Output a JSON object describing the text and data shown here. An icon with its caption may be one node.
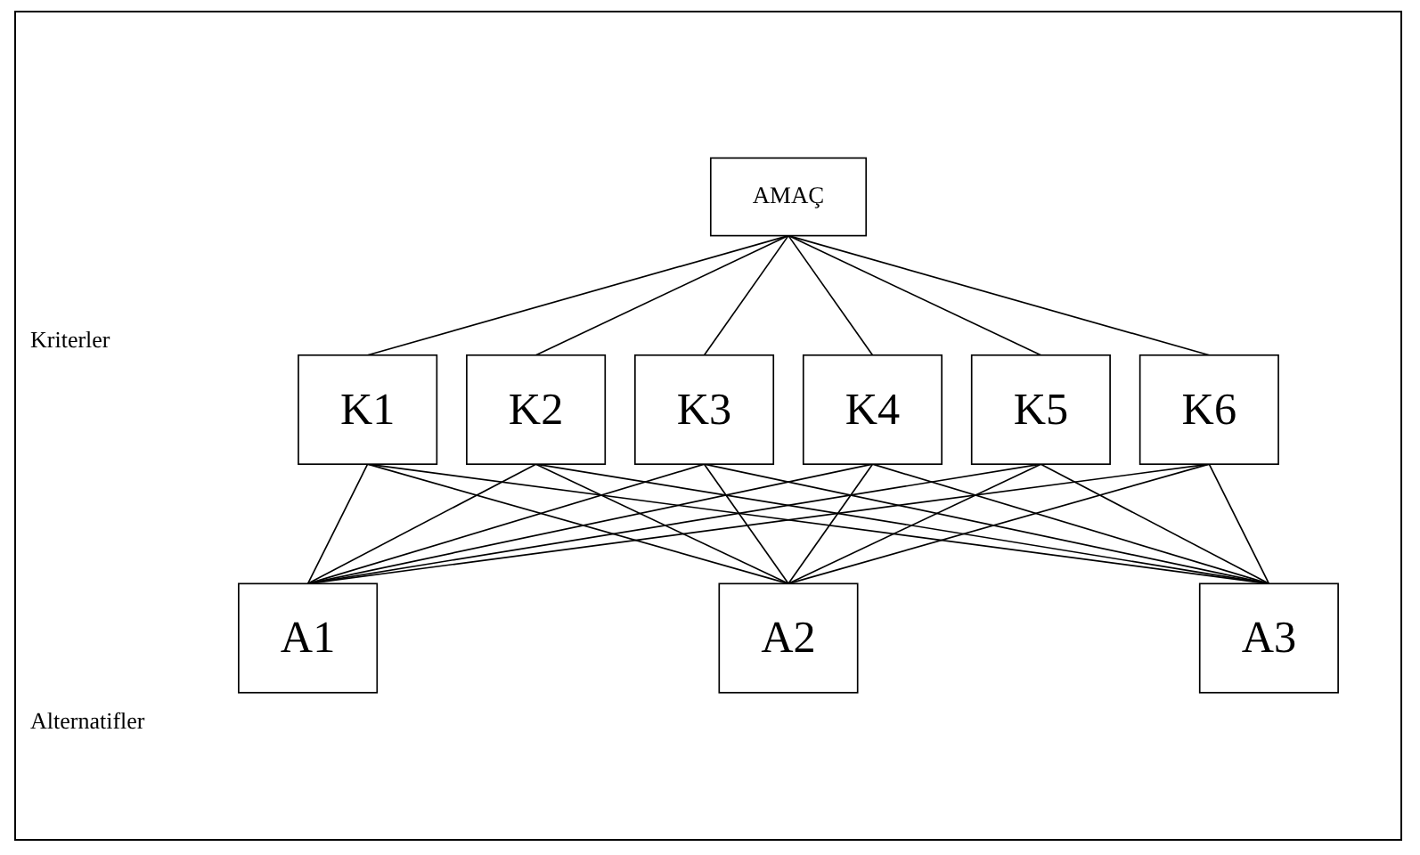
{
  "diagram": {
    "nodes": [
      {
        "text": [
          "AMAÇ"
        ]
      },
      {
        "text": [
          "K1"
        ]
      },
      {
        "text": [
          "K2"
        ]
      },
      {
        "text": [
          "K3"
        ]
      },
      {
        "text": [
          "K4"
        ]
      },
      {
        "text": [
          "K5"
        ]
      },
      {
        "text": [
          "K6"
        ]
      },
      {
        "text": [
          "A1"
        ]
      },
      {
        "text": [
          "A2"
        ]
      },
      {
        "text": [
          "A3"
        ]
      }
    ],
    "edges": [
      {
        "from": 0,
        "to": 1,
        "arrow": "none"
      },
      {
        "from": 0,
        "to": 2,
        "arrow": "none"
      },
      {
        "from": 0,
        "to": 3,
        "arrow": "none"
      },
      {
        "from": 0,
        "to": 4,
        "arrow": "none"
      },
      {
        "from": 0,
        "to": 5,
        "arrow": "none"
      },
      {
        "from": 0,
        "to": 6,
        "arrow": "none"
      },
      {
        "from": 1,
        "to": 7,
        "arrow": "none"
      },
      {
        "from": 1,
        "to": 8,
        "arrow": "none"
      },
      {
        "from": 1,
        "to": 9,
        "arrow": "none"
      },
      {
        "from": 2,
        "to": 7,
        "arrow": "none"
      },
      {
        "from": 2,
        "to": 8,
        "arrow": "none"
      },
      {
        "from": 2,
        "to": 9,
        "arrow": "none"
      },
      {
        "from": 3,
        "to": 7,
        "arrow": "none"
      },
      {
        "from": 3,
        "to": 8,
        "arrow": "none"
      },
      {
        "from": 3,
        "to": 9,
        "arrow": "none"
      },
      {
        "from": 4,
        "to": 7,
        "arrow": "none"
      },
      {
        "from": 4,
        "to": 8,
        "arrow": "none"
      },
      {
        "from": 4,
        "to": 9,
        "arrow": "none"
      },
      {
        "from": 5,
        "to": 7,
        "arrow": "none"
      },
      {
        "from": 5,
        "to": 8,
        "arrow": "none"
      },
      {
        "from": 5,
        "to": 9,
        "arrow": "none"
      },
      {
        "from": 6,
        "to": 7,
        "arrow": "none"
      },
      {
        "from": 6,
        "to": 8,
        "arrow": "none"
      },
      {
        "from": 6,
        "to": 9,
        "arrow": "none"
      }
    ],
    "labels": [
      "Kriterler",
      "Alternatifler"
    ]
  }
}
